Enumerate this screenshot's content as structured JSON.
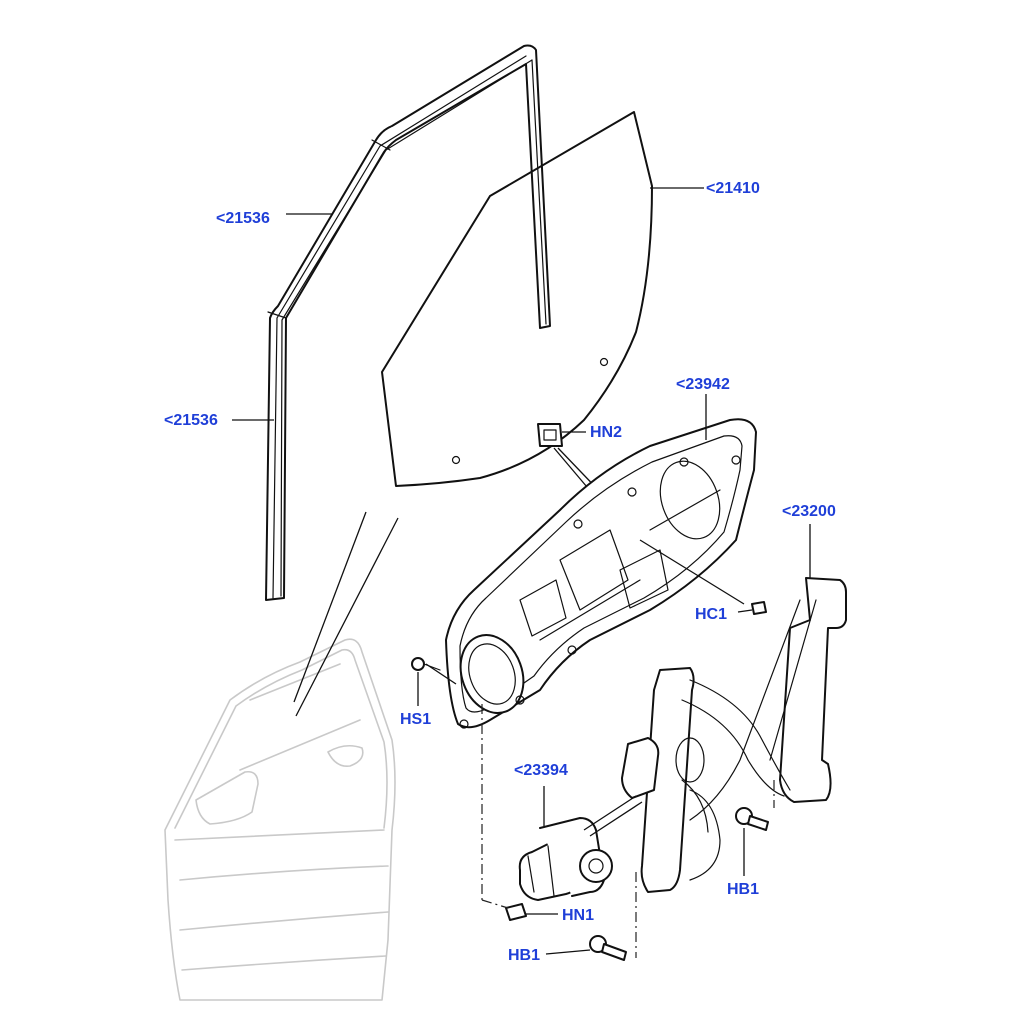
{
  "callouts": {
    "seal_upper": "<21536",
    "seal_lower": "<21536",
    "glass": "<21410",
    "carrier": "<23942",
    "hn2": "HN2",
    "regulator": "<23200",
    "hc1": "HC1",
    "hs1": "HS1",
    "motor": "<23394",
    "hn1": "HN1",
    "hb1_right": "HB1",
    "hb1_bottom": "HB1"
  },
  "colors": {
    "callout": "#1f3fd8",
    "line": "#111111",
    "ghost": "#c9c9c9"
  }
}
